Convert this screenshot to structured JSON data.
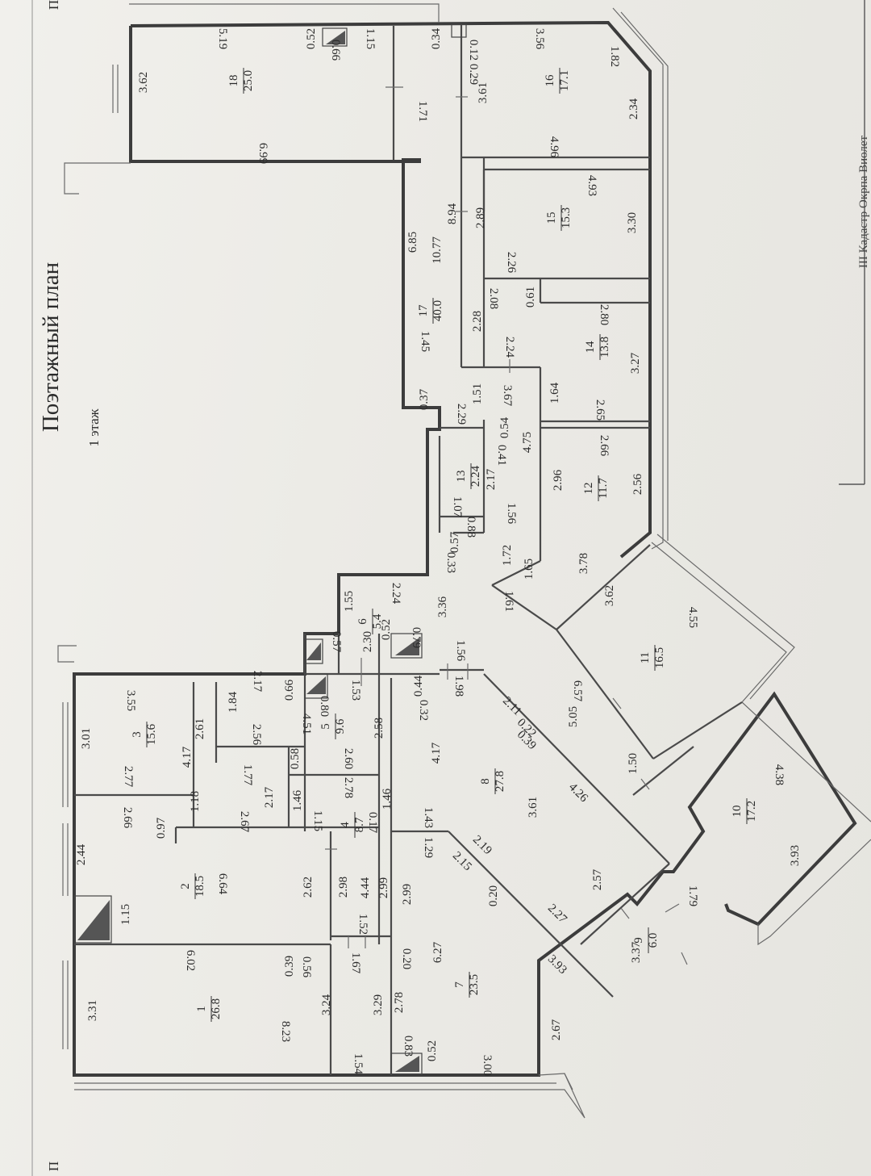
{
  "plan": {
    "title": "Поэтажный план",
    "floor": "1 этаж",
    "margin_top_text": "П",
    "margin_bottom_text": "П",
    "right_edge_text": "III Кадастр Окрпа Виолет"
  },
  "rooms": [
    {
      "number": "1",
      "area": "26.8"
    },
    {
      "number": "2",
      "area": "18.5"
    },
    {
      "number": "3",
      "area": "15.6"
    },
    {
      "number": "4",
      "area": "8.7"
    },
    {
      "number": "5",
      "area": "9.6"
    },
    {
      "number": "6",
      "area": "5.4"
    },
    {
      "number": "7",
      "area": "23.5"
    },
    {
      "number": "8",
      "area": "27.8"
    },
    {
      "number": "9",
      "area": "6.0"
    },
    {
      "number": "10",
      "area": "17.2"
    },
    {
      "number": "11",
      "area": "16.5"
    },
    {
      "number": "12",
      "area": "11.7"
    },
    {
      "number": "13",
      "area": "2.24"
    },
    {
      "number": "14",
      "area": "13.8"
    },
    {
      "number": "15",
      "area": "15.3"
    },
    {
      "number": "16",
      "area": "17.1"
    },
    {
      "number": "17",
      "area": "40.0"
    },
    {
      "number": "18",
      "area": "25.0"
    }
  ],
  "dimensions": [
    "5.19",
    "0.52",
    "0.66",
    "1.15",
    "0.34",
    "0.12",
    "0.29",
    "3.56",
    "1.82",
    "3.62",
    "3.61",
    "1.71",
    "4.96",
    "2.34",
    "6.99",
    "8.94",
    "2.89",
    "4.93",
    "3.30",
    "2.26",
    "6.85",
    "10.77",
    "2.08",
    "0.61",
    "2.28",
    "2.80",
    "1.45",
    "2.24",
    "3.27",
    "0.37",
    "1.51",
    "3.67",
    "1.64",
    "2.29",
    "0.54",
    "4.75",
    "2.65",
    "0.41",
    "2.17",
    "2.96",
    "2.66",
    "1.07",
    "1.56",
    "2.56",
    "0.88",
    "0.57",
    "0.33",
    "1.72",
    "1.65",
    "3.78",
    "1.61",
    "3.62",
    "2.24",
    "1.55",
    "3.36",
    "4.55",
    "2.30",
    "0.57",
    "0.52",
    "0.79",
    "1.56",
    "6.57",
    "1.98",
    "0.44",
    "0.32",
    "1.53",
    "0.66",
    "2.17",
    "1.84",
    "3.55",
    "0.80",
    "4.51",
    "2.58",
    "2.11",
    "5.05",
    "3.01",
    "2.61",
    "2.56",
    "0.22",
    "0.39",
    "4.17",
    "0.58",
    "2.60",
    "4.17",
    "1.50",
    "1.77",
    "2.17",
    "1.46",
    "2.78",
    "4.26",
    "4.38",
    "2.77",
    "1.18",
    "1.15",
    "0.17",
    "1.46",
    "1.43",
    "3.61",
    "2.66",
    "0.97",
    "2.67",
    "2.44",
    "1.29",
    "2.19",
    "2.15",
    "6.64",
    "2.62",
    "2.98",
    "4.44",
    "2.99",
    "2.99",
    "0.20",
    "2.57",
    "1.79",
    "3.93",
    "1.15",
    "2.27",
    "1.52",
    "6.02",
    "0.39",
    "0.56",
    "1.67",
    "0.20",
    "6.27",
    "3.93",
    "3.37",
    "3.31",
    "3.24",
    "3.29",
    "2.78",
    "8.23",
    "2.67",
    "0.83",
    "1.54",
    "0.52",
    "3.00"
  ]
}
